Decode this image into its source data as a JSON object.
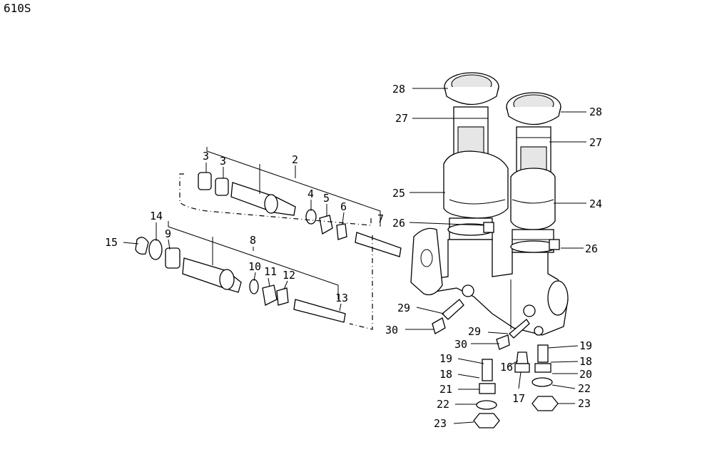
{
  "diagram_code": "610S",
  "callouts": [
    {
      "id": "c28a",
      "text": "28"
    },
    {
      "id": "c28b",
      "text": "28"
    },
    {
      "id": "c27a",
      "text": "27"
    },
    {
      "id": "c27b",
      "text": "27"
    },
    {
      "id": "c25",
      "text": "25"
    },
    {
      "id": "c24",
      "text": "24"
    },
    {
      "id": "c26a",
      "text": "26"
    },
    {
      "id": "c26b",
      "text": "26"
    },
    {
      "id": "c2",
      "text": "2"
    },
    {
      "id": "c3a",
      "text": "3"
    },
    {
      "id": "c3b",
      "text": "3"
    },
    {
      "id": "c4",
      "text": "4"
    },
    {
      "id": "c5",
      "text": "5"
    },
    {
      "id": "c6",
      "text": "6"
    },
    {
      "id": "c7",
      "text": "7"
    },
    {
      "id": "c14",
      "text": "14"
    },
    {
      "id": "c15",
      "text": "15"
    },
    {
      "id": "c9",
      "text": "9"
    },
    {
      "id": "c8",
      "text": "8"
    },
    {
      "id": "c10",
      "text": "10"
    },
    {
      "id": "c11",
      "text": "11"
    },
    {
      "id": "c12",
      "text": "12"
    },
    {
      "id": "c13",
      "text": "13"
    },
    {
      "id": "c29a",
      "text": "29"
    },
    {
      "id": "c29b",
      "text": "29"
    },
    {
      "id": "c30a",
      "text": "30"
    },
    {
      "id": "c30b",
      "text": "30"
    },
    {
      "id": "c19a",
      "text": "19"
    },
    {
      "id": "c19b",
      "text": "19"
    },
    {
      "id": "c18a",
      "text": "18"
    },
    {
      "id": "c18b",
      "text": "18"
    },
    {
      "id": "c16",
      "text": "16"
    },
    {
      "id": "c17",
      "text": "17"
    },
    {
      "id": "c20",
      "text": "20"
    },
    {
      "id": "c21",
      "text": "21"
    },
    {
      "id": "c22a",
      "text": "22"
    },
    {
      "id": "c22b",
      "text": "22"
    },
    {
      "id": "c23a",
      "text": "23"
    },
    {
      "id": "c23b",
      "text": "23"
    }
  ]
}
